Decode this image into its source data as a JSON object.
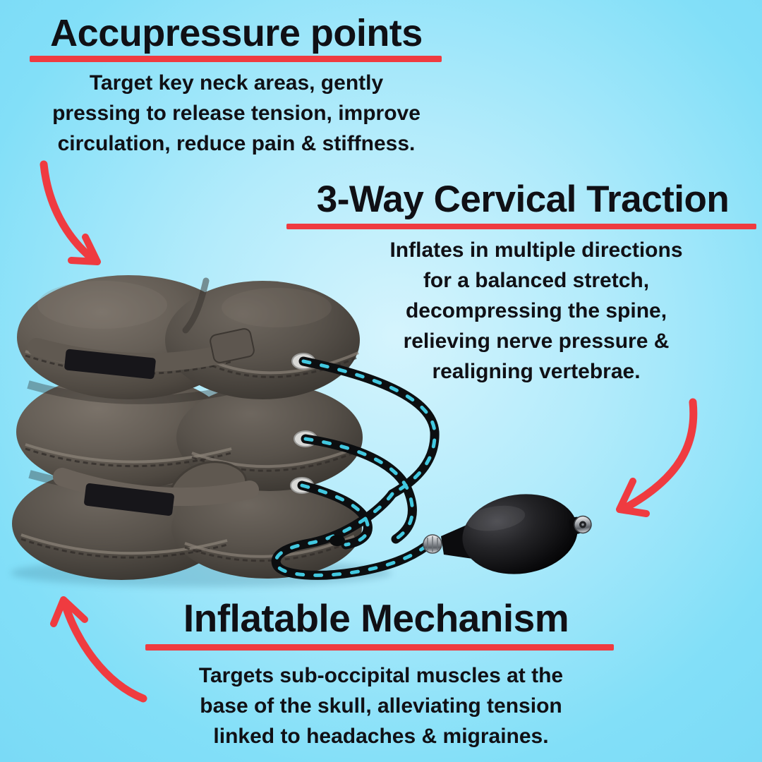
{
  "colors": {
    "background_center": "#d5f4fd",
    "background_edge": "#82dff8",
    "accent_red": "#ef3b40",
    "text": "#101015",
    "tube_arrow_cyan": "#45d3ec",
    "pillow_gray": "#5d564f",
    "pump_black": "#0d0d0f"
  },
  "sections": {
    "accupressure": {
      "title": "Accupressure points",
      "lines": [
        "Target key neck areas, gently",
        "pressing to release tension, improve",
        "circulation, reduce pain & stiffness."
      ]
    },
    "traction": {
      "title": "3-Way Cervical Traction",
      "lines": [
        "Inflates in multiple directions",
        "for a balanced stretch,",
        "decompressing the spine,",
        "relieving nerve pressure &",
        "realigning vertebrae."
      ]
    },
    "inflatable": {
      "title": "Inflatable Mechanism",
      "lines": [
        "Targets sub-occipital muscles at the",
        "base of the skull, alleviating tension",
        "linked to headaches & migraines."
      ]
    }
  },
  "product": {
    "description": "Three-tier inflatable cervical neck traction pillow with air tubes and hand pump bulb"
  }
}
